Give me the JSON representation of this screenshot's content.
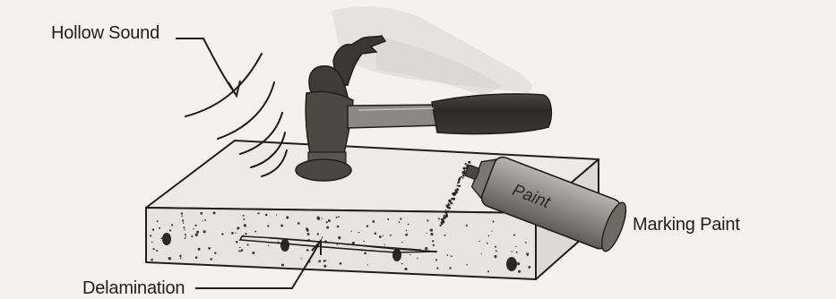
{
  "labels": {
    "hollow_sound": "Hollow Sound",
    "marking_paint": "Marking Paint",
    "delamination": "Delamination",
    "can_text": "Paint"
  },
  "colors": {
    "background": "#f4f2ef",
    "slab_top": "#ecebe8",
    "slab_side": "#e3e1dd",
    "hammer_dark": "#3c3a37",
    "hammer_head": "#5a5551",
    "spray_can": "#8f8b87",
    "ink": "#1e1e1e"
  }
}
